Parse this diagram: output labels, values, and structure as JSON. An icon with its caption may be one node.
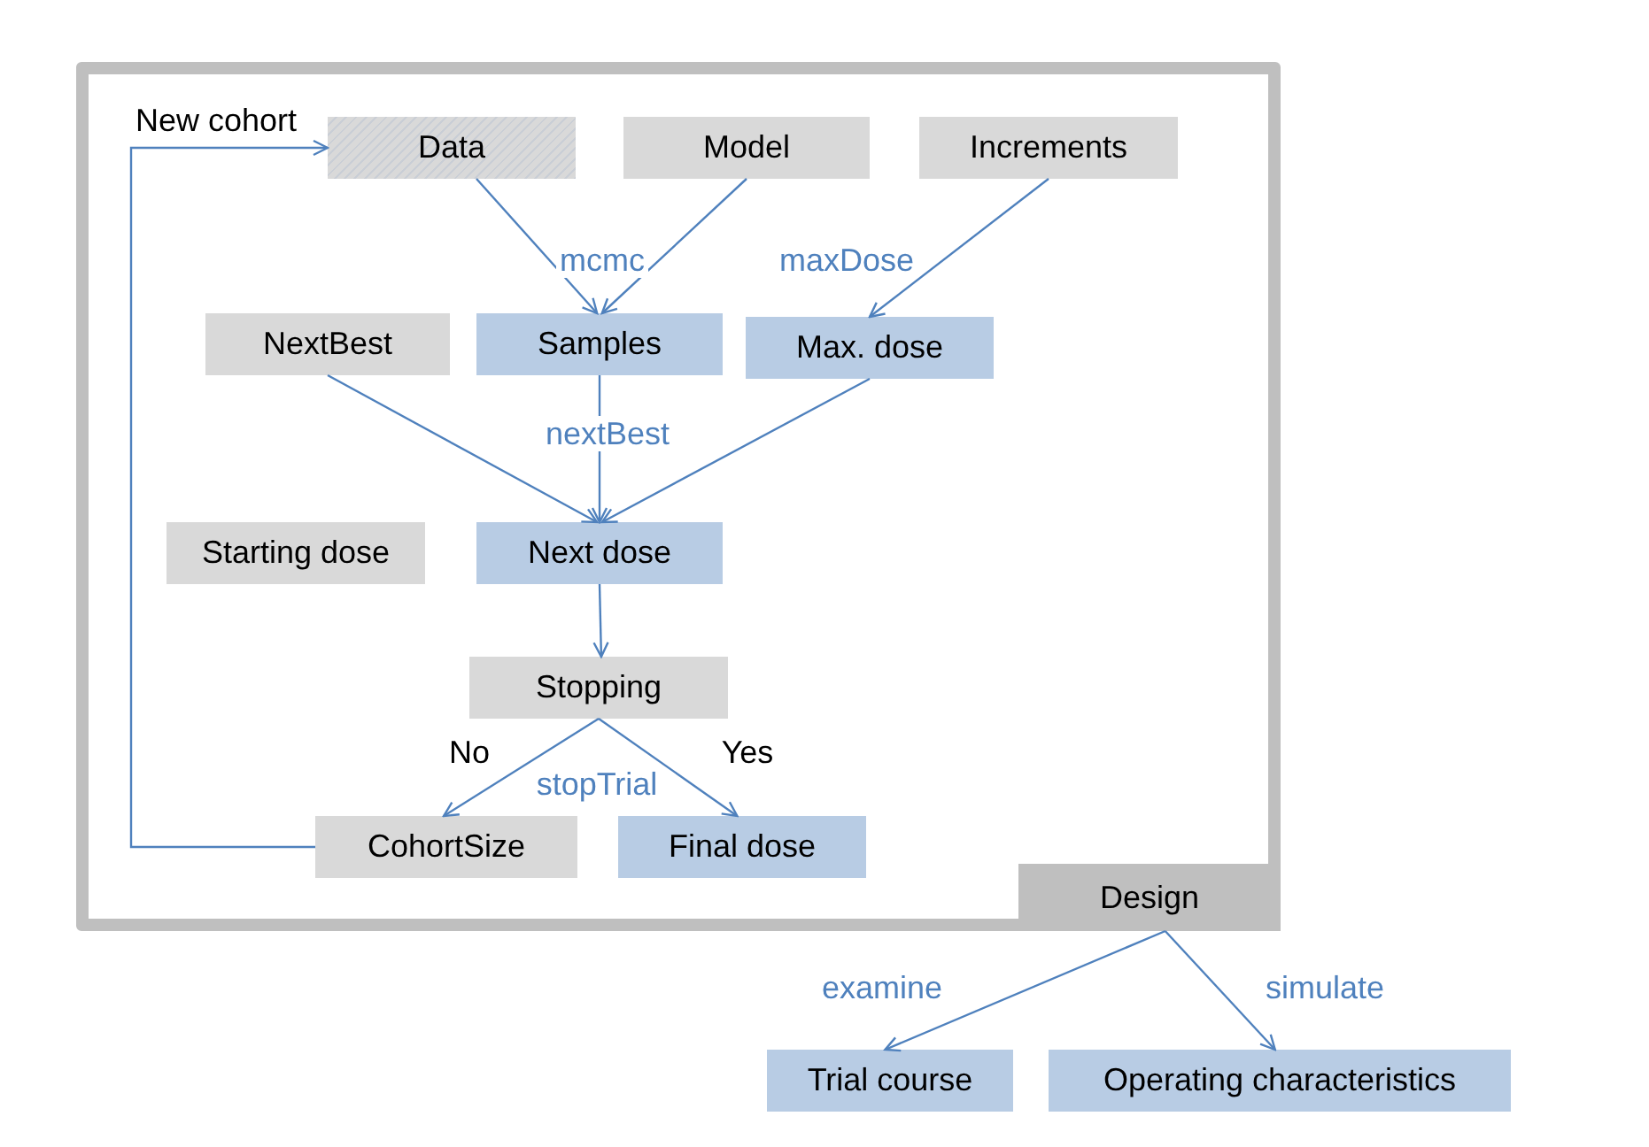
{
  "diagram": {
    "nodes": [
      {
        "text": [],
        "shape": "box"
      },
      {
        "text": [
          "Data"
        ],
        "in": 0
      },
      {
        "text": [
          "Model"
        ],
        "in": 0
      },
      {
        "text": [
          "Increments"
        ],
        "in": 0
      },
      {
        "text": [
          "NextBest"
        ],
        "in": 0
      },
      {
        "text": [
          "Samples"
        ],
        "in": 0
      },
      {
        "text": [
          "Max. dose"
        ],
        "in": 0
      },
      {
        "text": [
          "Starting dose"
        ],
        "in": 0
      },
      {
        "text": [
          "Next dose"
        ],
        "in": 0
      },
      {
        "text": [
          "Stopping"
        ],
        "in": 0
      },
      {
        "text": [
          "CohortSize"
        ],
        "in": 0
      },
      {
        "text": [
          "Final dose"
        ],
        "in": 0
      },
      {
        "text": [
          "Design"
        ],
        "in": 0
      },
      {
        "text": [
          "Trial course"
        ]
      },
      {
        "text": [
          "Operating characteristics"
        ]
      }
    ],
    "edges": [
      {
        "from": 1,
        "to": 5,
        "arrow": "to",
        "label": "mcmc"
      },
      {
        "from": 2,
        "to": 5,
        "arrow": "to"
      },
      {
        "from": 3,
        "to": 6,
        "arrow": "to",
        "label": "maxDose"
      },
      {
        "from": 4,
        "to": 8,
        "arrow": "to"
      },
      {
        "from": 5,
        "to": 8,
        "arrow": "to",
        "label": "nextBest"
      },
      {
        "from": 6,
        "to": 8,
        "arrow": "to"
      },
      {
        "from": 8,
        "to": 9,
        "arrow": "to"
      },
      {
        "from": 9,
        "to": 10,
        "arrow": "to",
        "label": "No"
      },
      {
        "from": 9,
        "to": 11,
        "arrow": "to",
        "label": "Yes"
      },
      {
        "from": 10,
        "to": 1,
        "arrow": "to",
        "label": "New cohort"
      },
      {
        "from": 12,
        "to": 13,
        "arrow": "to",
        "label": "examine"
      },
      {
        "from": 12,
        "to": 14,
        "arrow": "to",
        "label": "simulate"
      }
    ],
    "labels": [
      "stopTrial"
    ]
  }
}
